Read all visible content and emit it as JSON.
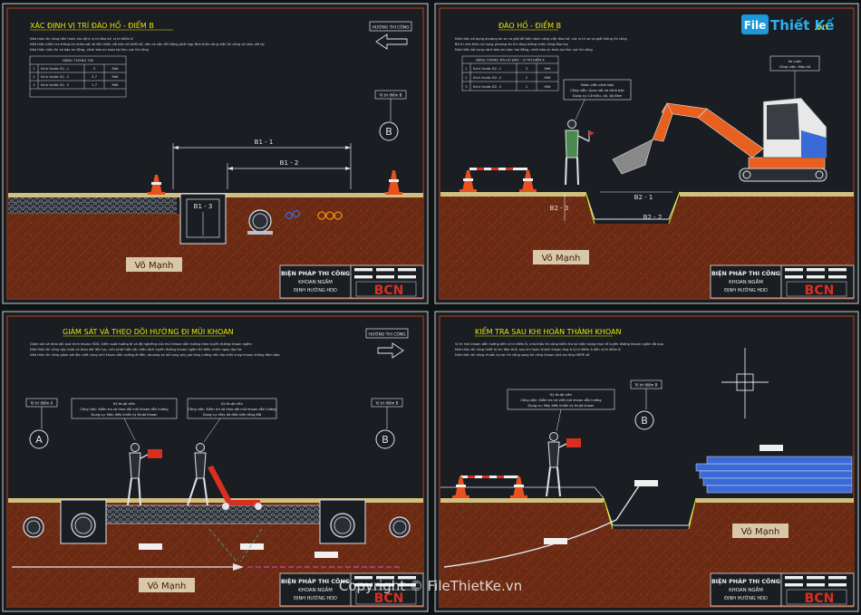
{
  "watermark": {
    "logo_word": "File",
    "logo_rest": "Thiết Kế",
    "logo_suffix": ".vn",
    "copyright": "Copyright © FileThietKe.vn"
  },
  "common": {
    "stamp": "Võ Mạnh",
    "title_block": [
      "BIỆN PHÁP THI CÔNG",
      "KHOAN NGẦM",
      "ĐỊNH HƯỚNG HDD"
    ],
    "logo": "BCN"
  },
  "panels": [
    {
      "title": "XÁC ĐỊNH VỊ TRÍ ĐÀO HỐ - ĐIỂM B",
      "direction_label": "HƯỚNG THI CÔNG",
      "notes": [
        "Nhà thầu thi công tiến hành xác định vị trí đào hố, vị trí điểm B",
        "Nhà thầu kiểm tra thông tin khảo sát và đối chiếu với bản vẽ thiết kế, nếu có vấn đề thông phải hợp Nhà thầu công việc thi công và xem xét lại",
        "Nhà thầu luôn thi và bảo an động, cảnh báo an toàn tại khu vực thi công"
      ],
      "table": {
        "title": "BẢNG THÔNG TIN",
        "rows": [
          [
            "1",
            "Kích thước B1 -1",
            "5",
            "Mét"
          ],
          [
            "2",
            "Kích thước B1 -2",
            "3.7",
            "Mét"
          ],
          [
            "3",
            "Kích thước B1 -3",
            "1.7",
            "Mét"
          ]
        ]
      },
      "point_label": "Vị trí điểm B",
      "point": "B",
      "dims": [
        "B1 - 1",
        "B1 - 2",
        "B1 - 3"
      ]
    },
    {
      "title": "ĐÀO HỐ - ĐIỂM B",
      "notes": [
        "Nhà thầu sử dụng phương án xe cơ giới để tiến hành công việc đào hố, các vị trí xe cơ giới thông thi công",
        "Bố trí nhà thầu sử dụng phương án thi công thông nhân công đào tay",
        "Nhà thầu bổ sung cảnh báo an toàn lao động, cảnh báo an toàn tại khu vực thi công"
      ],
      "table": {
        "title": "BẢNG THÔNG TIN HỐ ĐÀO - VỊ TRÍ ĐIỂM A",
        "rows": [
          [
            "1",
            "Kích thước B2 -1",
            "3",
            "Mét"
          ],
          [
            "2",
            "Kích thước B2 -2",
            "2",
            "Mét"
          ],
          [
            "3",
            "Kích thước B2 -3",
            "1",
            "Mét"
          ]
        ]
      },
      "worker_callout": [
        "Nhân viên cảnh báo",
        "Công việc: Quan sát và cảnh báo",
        "Dụng cụ: Cờ hiệu, còi, bộ đàm"
      ],
      "excavator_callout": [
        "Xe cuốc",
        "Công việc: Đào hố"
      ],
      "dims": [
        "B2 - 1",
        "B2 - 2",
        "B2 - 3"
      ]
    },
    {
      "title": "GIÁM SÁT VÀ THEO DÕI HƯỚNG ĐI MŨI KHOAN",
      "direction_label": "HƯỚNG THI CÔNG",
      "notes": [
        "Giám sát và theo dõi quá trình khoan HDD, kiểm soát hướng đi và độ nghiêng của mũi khoan dẫn hướng theo tuyến đường khoan ngầm",
        "Nhà thầu thi công cập nhật và theo dõi liên tục, nếu phát hiện sấu hiệu dịch tuyến đường khoan ngầm thì điều chỉnh ngay lập tức",
        "Nhà thầu thi công giám sát địa chất vùng mũi khoan dẫn hướng đi đến, phương án bổ sung phụ gia tăng cường nếu địa chất vùng khoan không đảm bảo"
      ],
      "point_a_label": "Vị trí điểm A",
      "point_b_label": "Vị trí điểm B",
      "point_a": "A",
      "point_b": "B",
      "tech1": [
        "Kỹ thuật viên",
        "Công việc: Kiểm tra và theo dõi mũi khoan dẫn hướng",
        "Dụng cụ: Máy điều khiển kỹ thuật khoan"
      ],
      "tech2": [
        "Kỹ thuật viên",
        "Công việc: Kiểm tra và theo dõi mũi khoan dẫn hướng",
        "Dụng cụ: Máy dò điều kiện tầng đất"
      ]
    },
    {
      "title": "KIỂM TRA SAU KHI HOÀN THÀNH KHOAN",
      "notes": [
        "Vị trí mũi khoan dẫn hướng đến vị trí điểm B, nhà thầu thi công kiểm tra lại hiện trạng thực tế tuyến đường khoan ngầm đã qua",
        "Nhà thầu thi công thiết bị lan đào thổi, sau khi hoàn thành khoan ống ở vị trí điểm A đến vị trí điểm B",
        "Nhà thầu thi công chuẩn bị các thi công sang thi công khoan phá lan ống HDPE về"
      ],
      "point_label": "Vị trí điểm B",
      "point": "B",
      "tech": [
        "Kỹ thuật viên",
        "Công việc: Kiểm tra và viết mũi khoan dẫn hướng",
        "Dụng cụ: Máy điều khiển kỹ thuật khoan"
      ]
    }
  ],
  "colors": {
    "soil": "#6a2a14",
    "border_outer": "#c0d0d0",
    "border_inner": "#c04418",
    "title": "#e8e600",
    "logo_red": "#d83020",
    "cone": "#e85020",
    "excavator": "#e86020"
  }
}
